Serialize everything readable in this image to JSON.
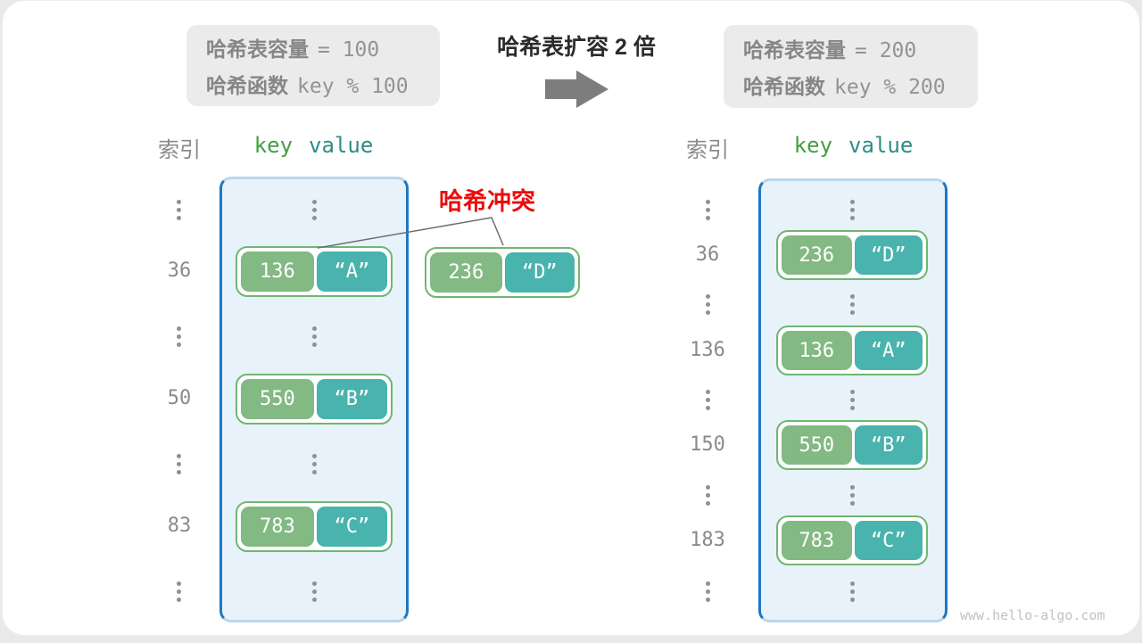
{
  "before_box": {
    "line1_label": "哈希表容量",
    "line1_value": "= 100",
    "line2_label": "哈希函数",
    "line2_value": "key % 100"
  },
  "center": {
    "title": "哈希表扩容 2 倍"
  },
  "after_box": {
    "line1_label": "哈希表容量",
    "line1_value": "= 200",
    "line2_label": "哈希函数",
    "line2_value": "key % 200"
  },
  "collision": {
    "label": "哈希冲突",
    "floating_entry": {
      "key": "236",
      "value": "“D”"
    }
  },
  "left_table": {
    "index_header": "索引",
    "key_header": "key",
    "value_header": "value",
    "entries": [
      {
        "index": "36",
        "key": "136",
        "value": "“A”"
      },
      {
        "index": "50",
        "key": "550",
        "value": "“B”"
      },
      {
        "index": "83",
        "key": "783",
        "value": "“C”"
      }
    ]
  },
  "right_table": {
    "index_header": "索引",
    "key_header": "key",
    "value_header": "value",
    "entries": [
      {
        "index": "36",
        "key": "236",
        "value": "“D”"
      },
      {
        "index": "136",
        "key": "136",
        "value": "“A”"
      },
      {
        "index": "150",
        "key": "550",
        "value": "“B”"
      },
      {
        "index": "183",
        "key": "783",
        "value": "“C”"
      }
    ]
  },
  "watermark": "www.hello-algo.com",
  "colors": {
    "key_cell": "#83b983",
    "value_cell": "#49b3ad",
    "pair_border": "#70b670",
    "table_border": "#1d79c3",
    "table_fill": "#e8f2fb",
    "collision_label": "#ea0c0c",
    "capacity_box_bg": "#ebebeb",
    "gray_text": "#8a8a8a",
    "key_header": "#3fa13f",
    "value_header": "#2e8d86",
    "arrow": "#7d7d7d"
  }
}
